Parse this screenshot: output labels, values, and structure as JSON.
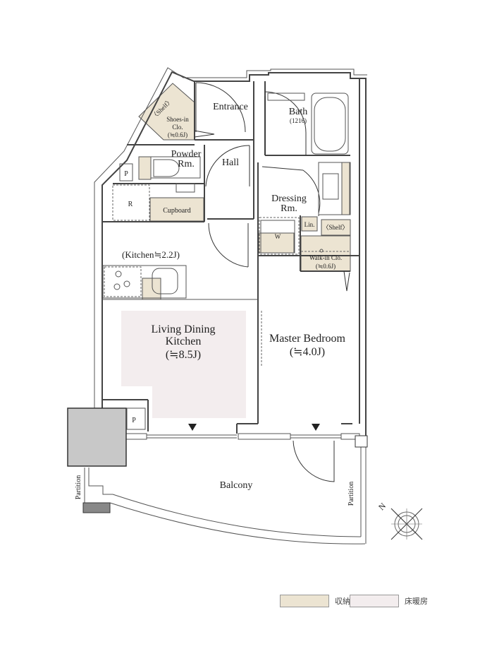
{
  "rooms": {
    "entrance": "Entrance",
    "bath": "Bath",
    "bath_size": "(1216)",
    "shoes_shelf": "〈Shelf〉",
    "shoes_name": "Shoes-in",
    "shoes_clo": "Clo.",
    "shoes_size": "(≒0.6J)",
    "powder_1": "Powder",
    "powder_2": "Rm.",
    "hall": "Hall",
    "dressing_1": "Dressing",
    "dressing_2": "Rm.",
    "lin": "Lin.",
    "wic_shelf": "〈Shelf〉",
    "wic_name": "Walk-in Clo.",
    "wic_size": "(≒0.6J)",
    "washer": "W",
    "pipe_1": "P",
    "pipe_2": "P",
    "fridge": "R",
    "cupboard": "Cupboard",
    "kitchen": "(Kitchen≒2.2J)",
    "ldk_1": "Living Dining",
    "ldk_2": "Kitchen",
    "ldk_size": "(≒8.5J)",
    "bedroom": "Master Bedroom",
    "bedroom_size": "(≒4.0J)",
    "balcony": "Balcony",
    "partition_left": "Partition",
    "partition_right": "Partition",
    "north": "N"
  },
  "legend": {
    "storage_label": "収納",
    "storage_color": "#ece4d2",
    "heating_label": "床暖房",
    "heating_color": "#f3edee"
  }
}
